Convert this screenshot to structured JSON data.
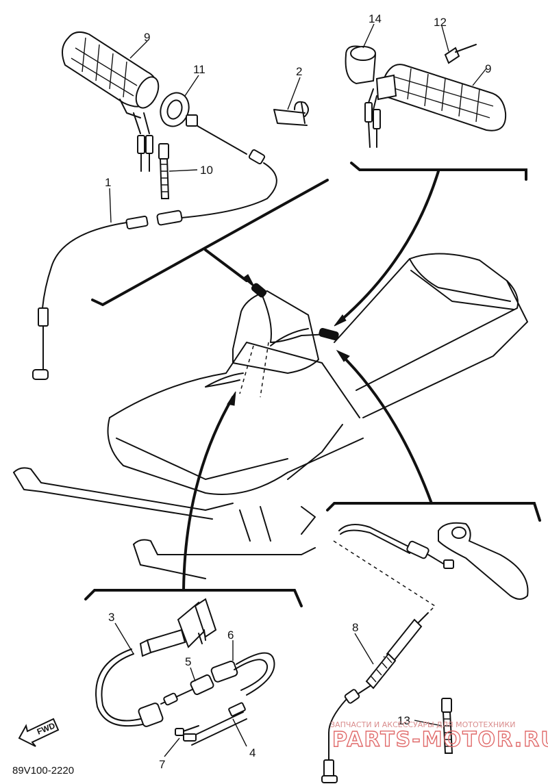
{
  "diagram": {
    "drawing_number": "89V100-2220",
    "fwd_label": "FWD",
    "callouts": {
      "c1": "1",
      "c2": "2",
      "c3": "3",
      "c4": "4",
      "c5": "5",
      "c6": "6",
      "c7": "7",
      "c8": "8",
      "c9_left": "9",
      "c9_right": "9",
      "c10": "10",
      "c11": "11",
      "c12": "12",
      "c13": "13",
      "c14": "14"
    },
    "watermark": {
      "caption": "ЗАПЧАСТИ И АКСЕССУАРЫ ДЛЯ МОТОТЕХНИКИ",
      "logo_text": "PARTS-MOTOR.RU"
    }
  }
}
